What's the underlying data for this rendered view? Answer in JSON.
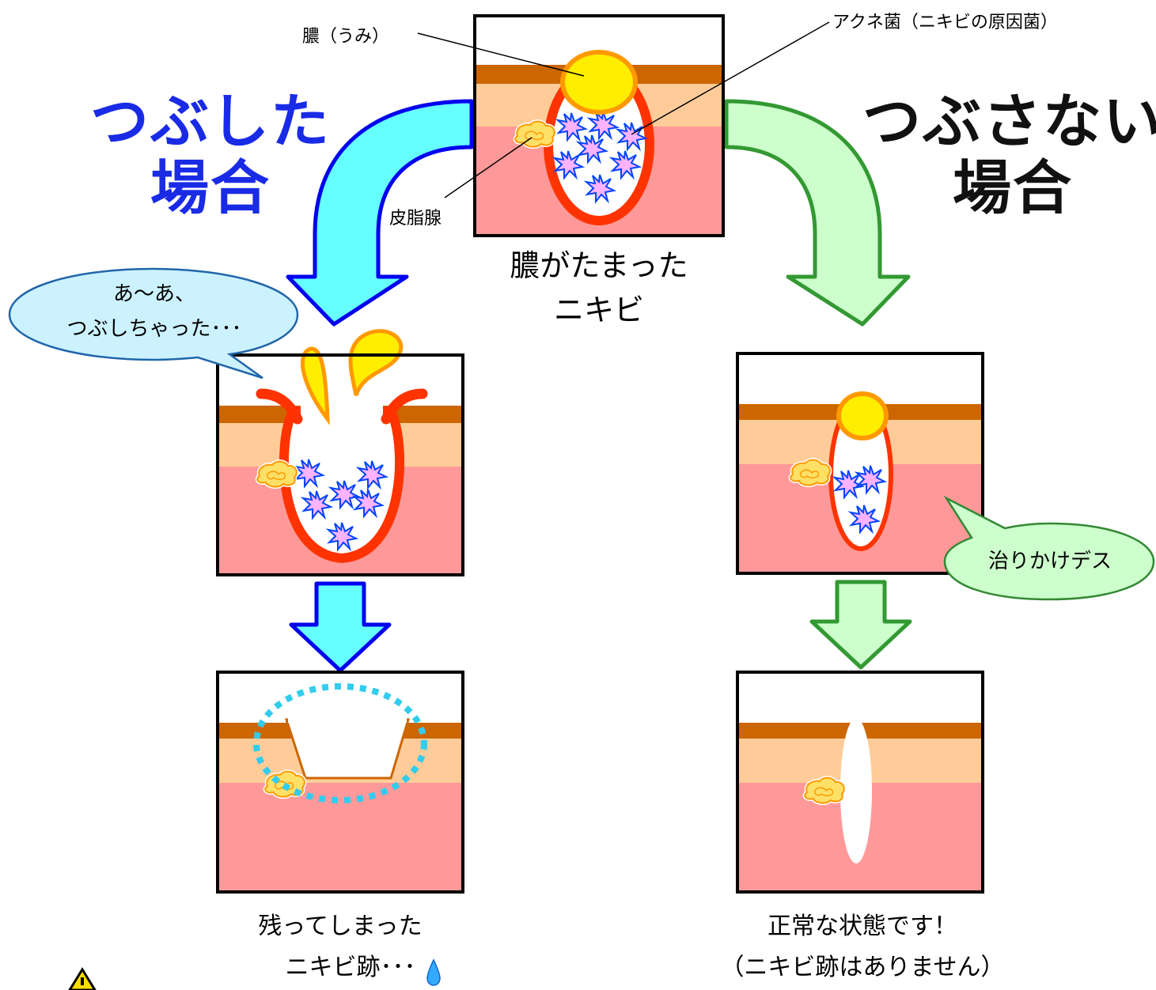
{
  "labels": {
    "pus": "膿（うみ）",
    "acne_bacteria": "アクネ菌（ニキビの原因菌）",
    "sebaceous_gland": "皮脂腺"
  },
  "headings": {
    "squeezed": [
      "つぶした",
      "場合"
    ],
    "not_squeezed": [
      "つぶさない",
      "場合"
    ]
  },
  "captions": {
    "pus_acne": [
      "膿がたまった",
      "ニキビ"
    ],
    "scar_remaining": [
      "残ってしまった",
      "ニキビ跡･･･"
    ],
    "normal_state": [
      "正常な状態です！",
      "（ニキビ跡はありません）"
    ]
  },
  "bubbles": {
    "squeezed_speech": [
      "あ～あ、",
      "つぶしちゃった･･･"
    ],
    "healing_speech": "治りかけデス"
  },
  "colors": {
    "skin_surface": "#cc6600",
    "epidermis": "#ffcc99",
    "dermis": "#ff9999",
    "pus_fill": "#ffee00",
    "pus_outline": "#ff9900",
    "inflammation": "#ff3300",
    "bacteria_fill": "#ffb3ff",
    "bacteria_outline": "#0044ff",
    "left_arrow_fill": "#66ffff",
    "left_arrow_outline": "#0000ee",
    "right_arrow_fill": "#ccffcc",
    "right_arrow_outline": "#339933",
    "heading_left": "#1a2be6",
    "heading_right": "#111111",
    "bubble_left": "#ccf2ff",
    "bubble_right": "#ccffcc",
    "scar_dash": "#33ccee"
  },
  "icons": [
    "warning-icon",
    "teardrop-icon"
  ]
}
